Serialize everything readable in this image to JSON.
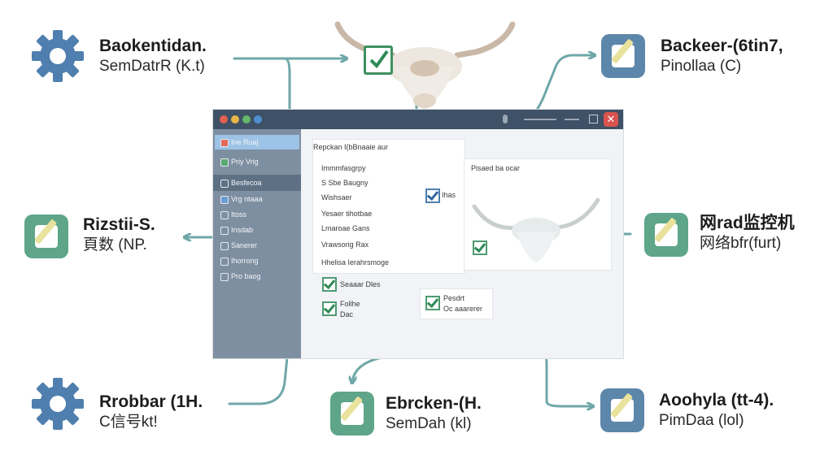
{
  "labels": {
    "top_left": {
      "line1": "Baokentidan.",
      "line2": "SemDatrR (K.t)"
    },
    "top_right": {
      "line1": "Backeer-(6tin7,",
      "line2": "Pinollaa (C)"
    },
    "mid_left": {
      "line1": "Rizstii-S.",
      "line2": "頁数 (NP."
    },
    "mid_right": {
      "line1": "网rad监控机",
      "line2": "网络bfr(furt)"
    },
    "bottom_left": {
      "line1": "Rrobbar (1H.",
      "line2": "C信号kt!"
    },
    "bottom_center": {
      "line1": "Ebrcken-(H.",
      "line2": "SemDah (kl)"
    },
    "bottom_right": {
      "line1": "Aoohyla (tt-4).",
      "line2": "PimDaa (lol)"
    }
  },
  "window": {
    "sidebar": [
      "Ine Ruaj",
      "Priy Vrig",
      "Besfecoa",
      "Vrg ntaaa",
      "Itoss",
      "Insdab",
      "Sanerer",
      "Ihorrong",
      "Pro baog"
    ],
    "panel_left_title": "Repckan I(bBnaaie aur",
    "panel_left_rows": [
      "Immmfasgrpy",
      "S Sbe Baugny",
      "Wishsaer",
      "Yesaer tihotbae",
      "Lmaroae Gans",
      "Vrawsorig Rax",
      "Hhelisa  Ierahrsmoge"
    ],
    "check_label": "Ihas",
    "panel_right_title": "Pisaed ba ocar",
    "bottom_checks": [
      {
        "line1": "Seaaar Dles",
        "line2": ""
      },
      {
        "line1": "Follhe",
        "line2": "Dac"
      },
      {
        "line1": "Pesdrt",
        "line2": "Oc aaarerer"
      }
    ]
  },
  "colors": {
    "arrow": "#6fa7a8",
    "tile_green": "#5ea58a",
    "tile_blue": "#5c86aa",
    "gear": "#4f7fae"
  },
  "icons": [
    "gear-icon",
    "checkbox-icon",
    "pencil-icon",
    "bull-head-icon",
    "close-icon"
  ]
}
